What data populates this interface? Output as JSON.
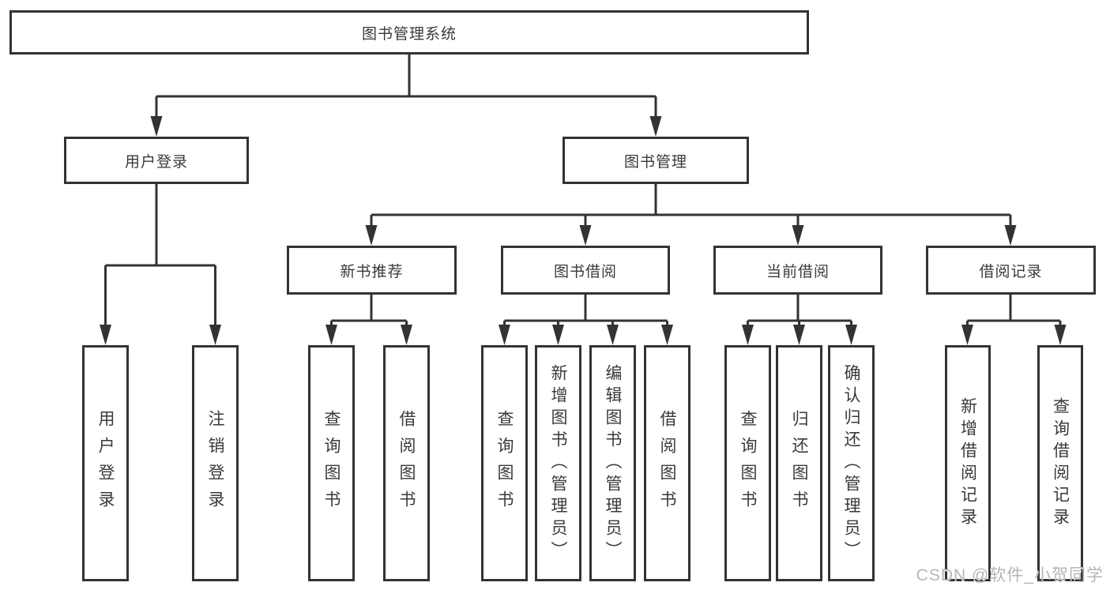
{
  "root": {
    "label": "图书管理系统"
  },
  "level2": [
    {
      "label": "用户登录"
    },
    {
      "label": "图书管理"
    }
  ],
  "level3": [
    {
      "label": "新书推荐"
    },
    {
      "label": "图书借阅"
    },
    {
      "label": "当前借阅"
    },
    {
      "label": "借阅记录"
    }
  ],
  "leaves": {
    "user_login": [
      "用户登录",
      "注销登录"
    ],
    "new_books": [
      "查询图书",
      "借阅图书"
    ],
    "book_borrow": [
      "查询图书",
      "新增图书（管理员）",
      "编辑图书（管理员）",
      "借阅图书"
    ],
    "current_borrow": [
      "查询图书",
      "归还图书",
      "确认归还（管理员）"
    ],
    "borrow_records": [
      "新增借阅记录",
      "查询借阅记录"
    ]
  },
  "watermark": "CSDN @软件_小贺同学",
  "colors": {
    "line": "#333333",
    "text": "#3a3a3a",
    "box_background": "#ffffff",
    "watermark": "#b5b5b5"
  }
}
